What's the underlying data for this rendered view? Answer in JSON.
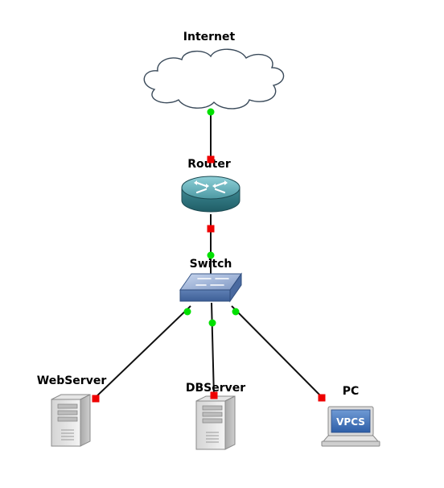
{
  "diagram": {
    "type": "network-topology",
    "nodes": [
      {
        "id": "internet",
        "label": "Internet",
        "kind": "cloud"
      },
      {
        "id": "router",
        "label": "Router",
        "kind": "router"
      },
      {
        "id": "switch",
        "label": "Switch",
        "kind": "switch"
      },
      {
        "id": "webserver",
        "label": "WebServer",
        "kind": "server"
      },
      {
        "id": "dbserver",
        "label": "DBServer",
        "kind": "server"
      },
      {
        "id": "pc",
        "label": "PC",
        "kind": "vpcs-host",
        "badge": "VPCS"
      }
    ],
    "links": [
      {
        "from": "internet",
        "to": "router",
        "from_status": "up",
        "to_status": "down"
      },
      {
        "from": "router",
        "to": "switch",
        "from_status": "down",
        "to_status": "up"
      },
      {
        "from": "switch",
        "to": "webserver",
        "from_status": "up",
        "to_status": "down"
      },
      {
        "from": "switch",
        "to": "dbserver",
        "from_status": "up",
        "to_status": "down"
      },
      {
        "from": "switch",
        "to": "pc",
        "from_status": "up",
        "to_status": "down"
      }
    ],
    "status_colors": {
      "up": "#00e000",
      "down": "#ee0000"
    },
    "icons": {
      "internet": "cloud-icon",
      "router": "router-icon",
      "switch": "switch-icon",
      "webserver": "server-icon",
      "dbserver": "server-icon",
      "pc": "computer-icon"
    }
  }
}
